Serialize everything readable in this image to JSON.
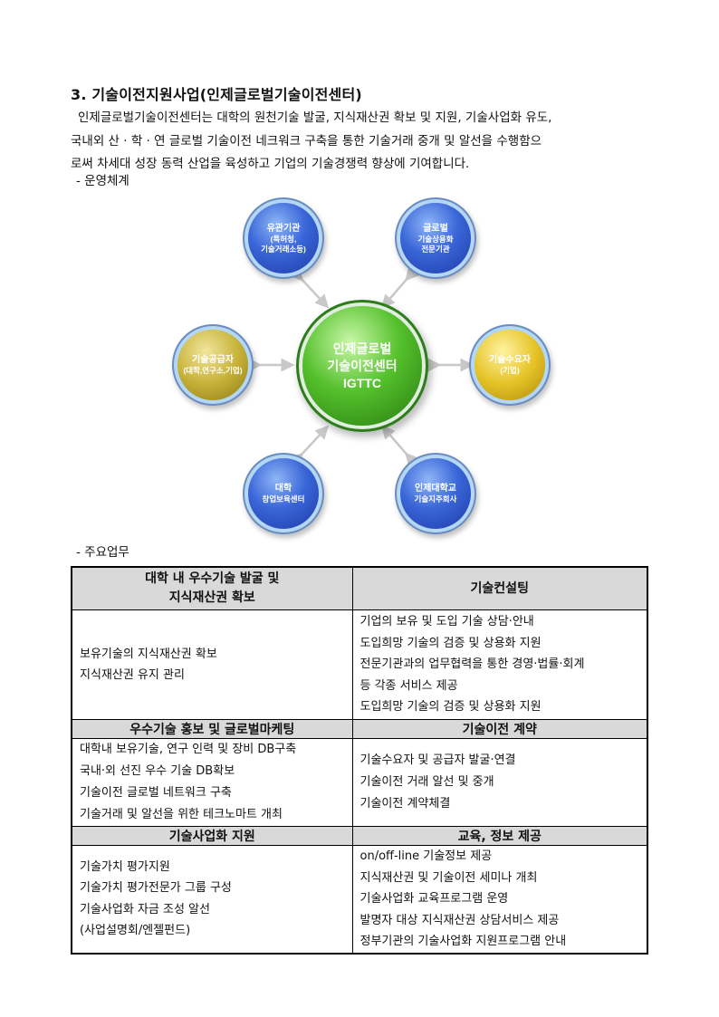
{
  "heading": "3. 기술이전지원사업(인제글로벌기술이전센터)",
  "paragraph": [
    "인제글로벌기술이전센터는 대학의 원천기술 발굴, 지식재산권 확보 및 지원, 기술사업화 유도,",
    "국내외 산 · 학 · 연 글로벌 기술이전 네크워크 구축을 통한 기술거래 중개 및 알선을 수행함으",
    "로써 차세대 성장 동력 산업을 육성하고 기업의 기술경쟁력 향상에 기여합니다."
  ],
  "sub1": "- 운영체계",
  "sub2": "- 주요업무",
  "diagram": {
    "center": [
      "인제글로벌",
      "기술이전센터",
      "IGTTC"
    ],
    "top_left": {
      "title": "유관기관",
      "detail": [
        "(특허청,",
        "기술거래소등)"
      ]
    },
    "top_right": {
      "title": "글로벌",
      "detail": [
        "기술상용화",
        "전문기관"
      ]
    },
    "left": {
      "title": "기술공급자",
      "detail": [
        "(대학,연구소,기업)"
      ]
    },
    "right": {
      "title": "기술수요자",
      "detail": [
        "(기업)"
      ]
    },
    "bottom_left": {
      "title": "대학",
      "detail": [
        "창업보육센터"
      ]
    },
    "bottom_right": {
      "title": "인제대학교",
      "detail": [
        "기술지주회사"
      ]
    }
  },
  "table": {
    "row1": {
      "left_header": [
        "대학 내 우수기술 발굴 및",
        "지식재산권 확보"
      ],
      "right_header": "기술컨설팅",
      "left_items": [
        "보유기술의 지식재산권 확보",
        "지식재산권 유지 관리"
      ],
      "right_items": [
        "기업의 보유 및 도입 기술 상담·안내",
        "도입희망 기술의 검증 및 상용화 지원",
        "전문기관과의 업무협력을 통한 경영·법률·회계",
        "등 각종 서비스 제공",
        "도입희망 기술의 검증 및 상용화 지원"
      ]
    },
    "row2": {
      "left_header": "우수기술 홍보 및 글로벌마케팅",
      "right_header": "기술이전 계약",
      "left_items": [
        "대학내 보유기술, 연구 인력 및 장비 DB구축",
        "국내·외 선진 우수 기술 DB확보",
        "기술이전 글로벌 네트워크 구축",
        "기술거래 및 알선을 위한 테크노마트 개최"
      ],
      "right_items": [
        "기술수요자 및 공급자 발굴·연결",
        "기술이전 거래 알선 및 중개",
        "기술이전 계약체결"
      ]
    },
    "row3": {
      "left_header": "기술사업화 지원",
      "right_header": "교육, 정보 제공",
      "left_items": [
        "기술가치 평가지원",
        "기술가치 평가전문가 그룹 구성",
        "기술사업화 자금 조성 알선",
        "(사업설명회/엔젤펀드)"
      ],
      "right_items": [
        "on/off-line 기술정보 제공",
        "지식재산권 및 기술이전 세미나 개최",
        "기술사업화 교육프로그램 운영",
        "발명자 대상 지식재산권 상담서비스 제공",
        "정부기관의 기술사업화 지원프로그램 안내"
      ]
    }
  }
}
